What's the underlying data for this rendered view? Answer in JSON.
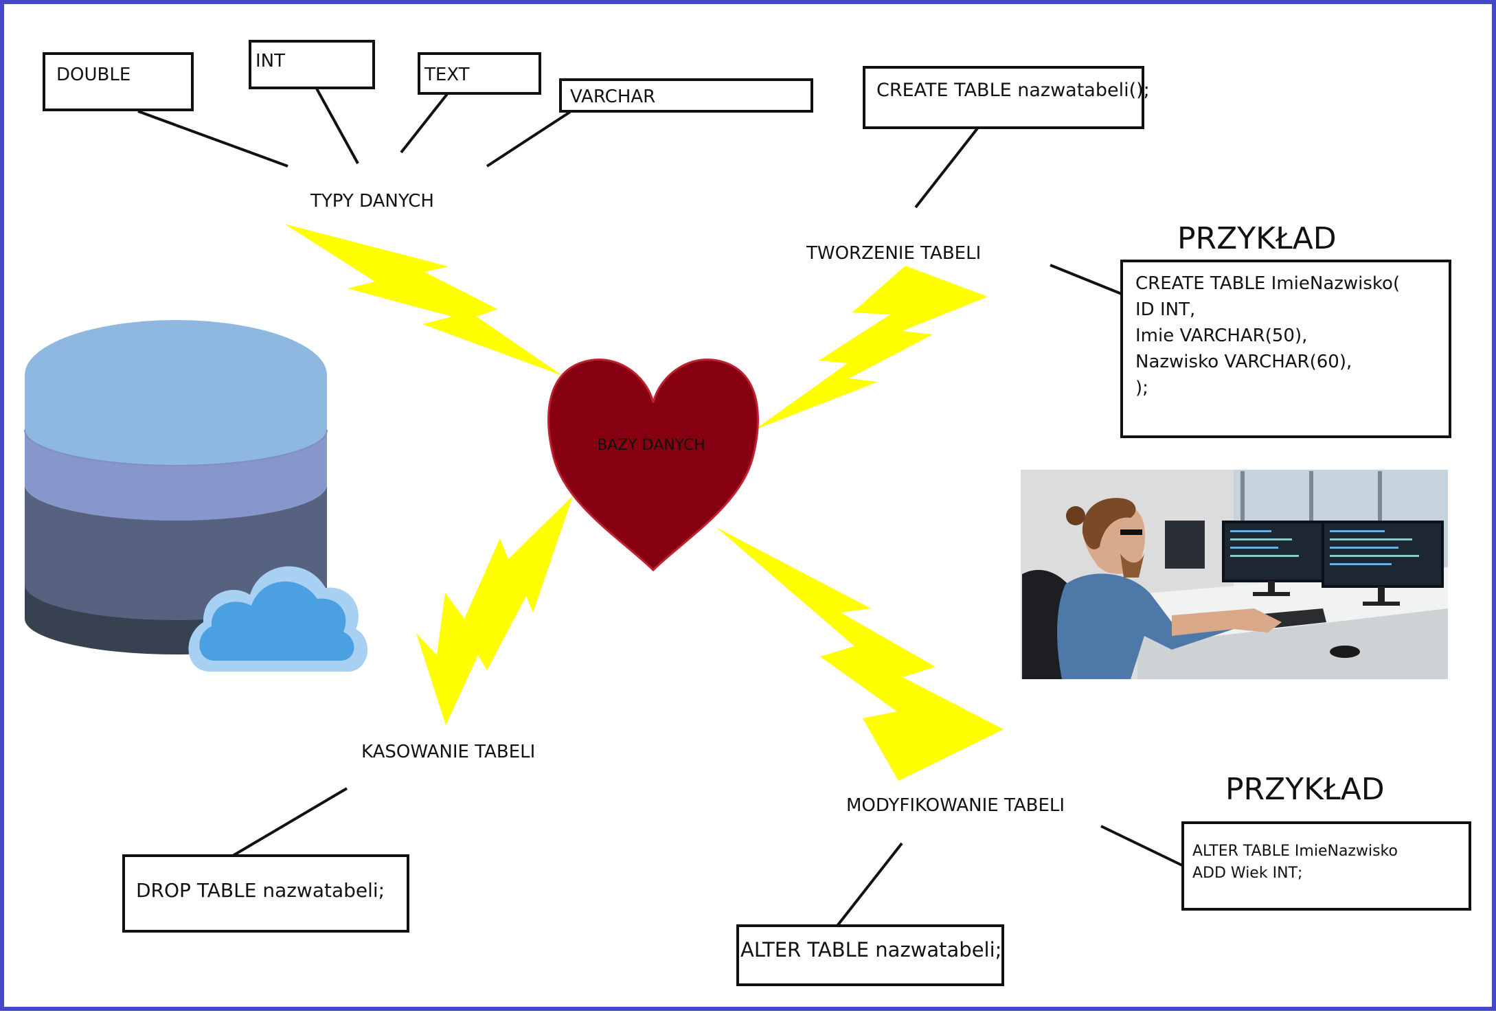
{
  "center": {
    "label": "BAZY DANYCH"
  },
  "topics": {
    "data_types": {
      "label": "TYPY DANYCH",
      "types": [
        "DOUBLE",
        "INT",
        "TEXT",
        "VARCHAR"
      ]
    },
    "create_table": {
      "label": "TWORZENIE TABELI",
      "syntax": "CREATE TABLE nazwatabeli();",
      "example_title": "PRZYKŁAD",
      "example_lines": [
        "CREATE TABLE ImieNazwisko(",
        "ID INT,",
        "Imie VARCHAR(50),",
        "Nazwisko VARCHAR(60),",
        ");"
      ]
    },
    "drop_table": {
      "label": "KASOWANIE TABELI",
      "syntax": "DROP TABLE nazwatabeli;"
    },
    "alter_table": {
      "label": "MODYFIKOWANIE TABELI",
      "syntax": "ALTER TABLE nazwatabeli;",
      "example_title": "PRZYKŁAD",
      "example_lines": [
        "ALTER TABLE ImieNazwisko",
        "ADD Wiek INT;"
      ]
    }
  },
  "colors": {
    "border": "#4349c9",
    "bolt": "#ffff00",
    "heart": "#870012",
    "db_top": "#8fb8e0",
    "db_layer2": "#8797cb",
    "db_layer3": "#56627f",
    "db_bottom": "#37414f",
    "cloud": "#4aa0e0",
    "cloud_rim": "#a8d0f2"
  },
  "icons": [
    "database-icon",
    "cloud-icon",
    "heart-icon",
    "lightning-bolt-icon"
  ]
}
